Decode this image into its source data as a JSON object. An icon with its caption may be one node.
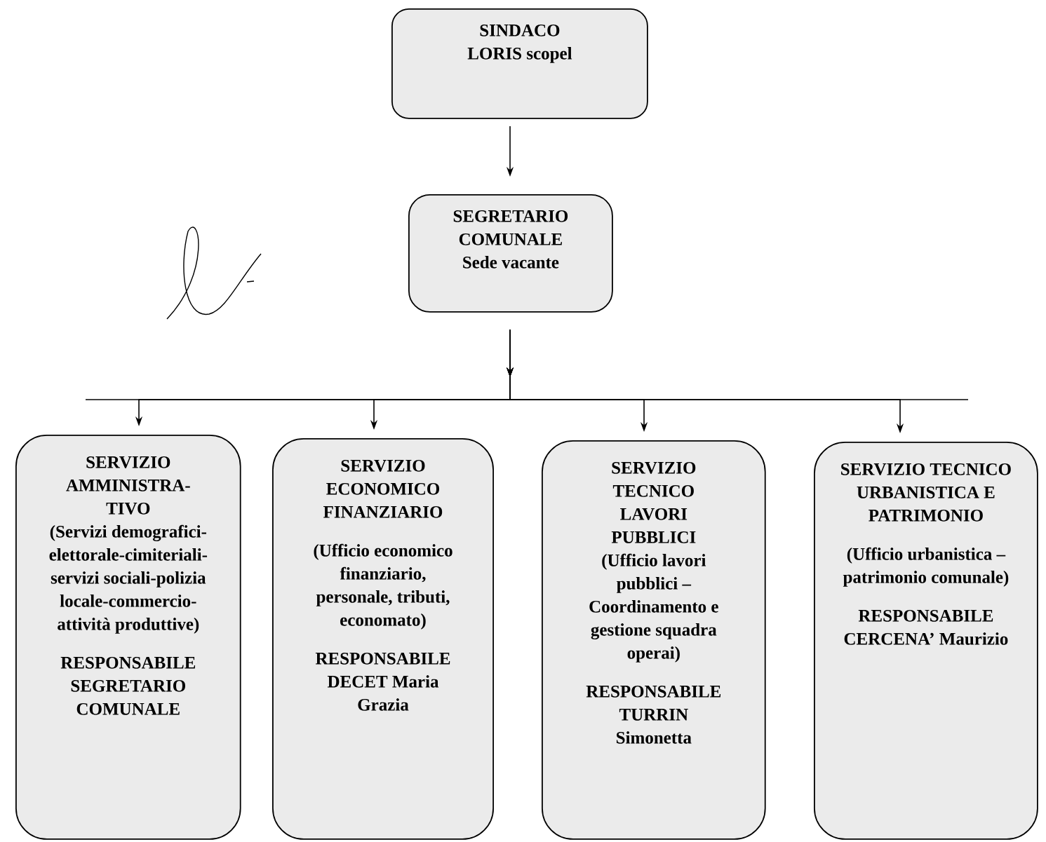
{
  "diagram": {
    "nodes": [
      {
        "text": [
          "SINDACO",
          "LORIS scopel"
        ]
      },
      {
        "text": [
          "SEGRETARIO COMUNALE",
          "Sede vacante"
        ]
      },
      {
        "text": [
          "SERVIZIO AMMINISTRA-TIVO",
          "(Servizi demografici-elettorale-cimiteriali-servizi sociali-polizia locale-commercio-attività produttive)",
          "RESPONSABILE SEGRETARIO COMUNALE"
        ]
      },
      {
        "text": [
          "SERVIZIO ECONOMICO FINANZIARIO",
          "(Ufficio economico finanziario, personale, tributi, economato)",
          "RESPONSABILE DECET Maria Grazia"
        ]
      },
      {
        "text": [
          "SERVIZIO TECNICO LAVORI PUBBLICI",
          "(Ufficio lavori pubblici – Coordinamento e gestione squadra operai)",
          "RESPONSABILE TURRIN Simonetta"
        ]
      },
      {
        "text": [
          "SERVIZIO TECNICO URBANISTICA E PATRIMONIO",
          "(Ufficio urbanistica – patrimonio comunale)",
          "RESPONSABILE CERCENA’ Maurizio"
        ]
      }
    ],
    "edges": [
      {
        "from": 0,
        "to": 1,
        "arrow": "to"
      },
      {
        "from": 1,
        "to": 2,
        "arrow": "to"
      },
      {
        "from": 1,
        "to": 3,
        "arrow": "to"
      },
      {
        "from": 1,
        "to": 4,
        "arrow": "to"
      },
      {
        "from": 1,
        "to": 5,
        "arrow": "to"
      }
    ]
  }
}
